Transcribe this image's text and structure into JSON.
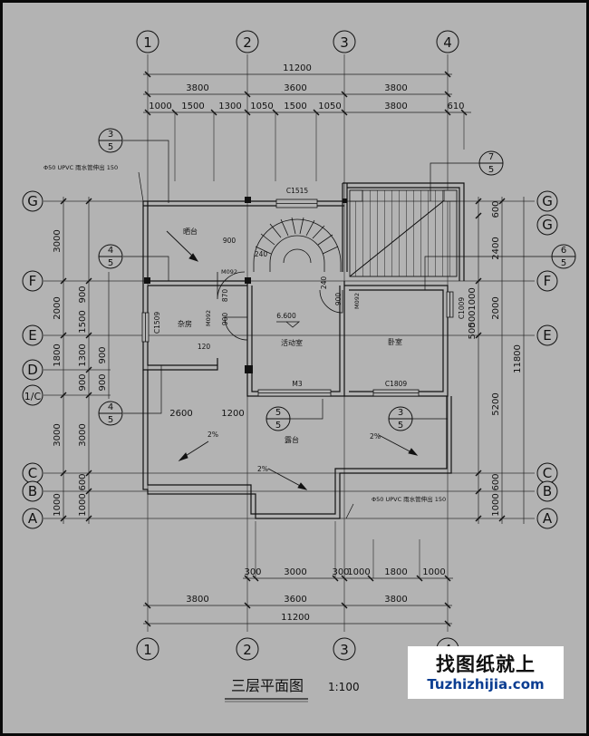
{
  "title": "三层平面图",
  "scale": "1:100",
  "watermark": {
    "cn": "找图纸就上",
    "en": "Tuzhizhijia.com"
  },
  "axes": {
    "vertical": [
      "1",
      "2",
      "3",
      "4"
    ],
    "horizontal": [
      "G",
      "F",
      "E",
      "D",
      "1/C",
      "C",
      "B",
      "A"
    ]
  },
  "dimensions": {
    "top_total": "11200",
    "top_bays": [
      "3800",
      "3600",
      "3800"
    ],
    "top_detail": [
      "1000",
      "1500",
      "1300",
      "1050",
      "1500",
      "1050",
      "3800",
      "610"
    ],
    "bottom_total": "11200",
    "bottom_bays": [
      "3800",
      "3600",
      "3800"
    ],
    "bottom_detail": [
      "300",
      "3000",
      "300",
      "1000",
      "1800",
      "1000"
    ],
    "left_outer": [
      "3000",
      "2000",
      "1800",
      "3000",
      "1000"
    ],
    "left_inner": [
      "900",
      "1500",
      "1300",
      "900",
      "3000",
      "600",
      "1000"
    ],
    "left_inner2": [
      "900",
      "900"
    ],
    "right_outer": [
      "11800"
    ],
    "right_mid": [
      "600",
      "2400",
      "2000",
      "5200",
      "600",
      "1000"
    ],
    "right_inner": [
      "1000",
      "500",
      "500"
    ],
    "interior": [
      "900",
      "240",
      "870",
      "900",
      "120",
      "240",
      "900",
      "2600",
      "1200"
    ]
  },
  "rooms": {
    "balcony": "晒台",
    "utility": "杂房",
    "activity": "活动室",
    "bedroom": "卧室",
    "terrace": "露台"
  },
  "labels": {
    "window_top": "C1515",
    "window_left": "C1509",
    "window_right": "C1009",
    "window_bottom": "C1809",
    "door_m3": "M3",
    "door_m092_a": "M092",
    "door_m092_b": "M092",
    "door_m092_c": "M092",
    "elevation": "6.600",
    "slope_1": "2%",
    "slope_2": "2%",
    "slope_3": "2%",
    "drain_note_1": "Φ50 UPVC 雨水管伸出 150",
    "drain_note_2": "Φ50 UPVC 雨水管伸出 150"
  },
  "section_marks": [
    {
      "num": "3",
      "den": "5"
    },
    {
      "num": "4",
      "den": "5"
    },
    {
      "num": "4",
      "den": "5"
    },
    {
      "num": "5",
      "den": "5"
    },
    {
      "num": "3",
      "den": "5"
    },
    {
      "num": "7",
      "den": "5"
    },
    {
      "num": "6",
      "den": "5"
    }
  ]
}
